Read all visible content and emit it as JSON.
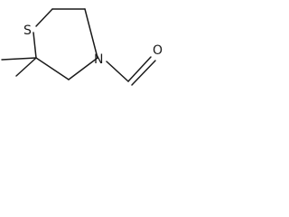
{
  "molecule": {
    "atoms": {
      "sulfur": "S",
      "nitrogen": "N",
      "oxygen": "O"
    }
  }
}
